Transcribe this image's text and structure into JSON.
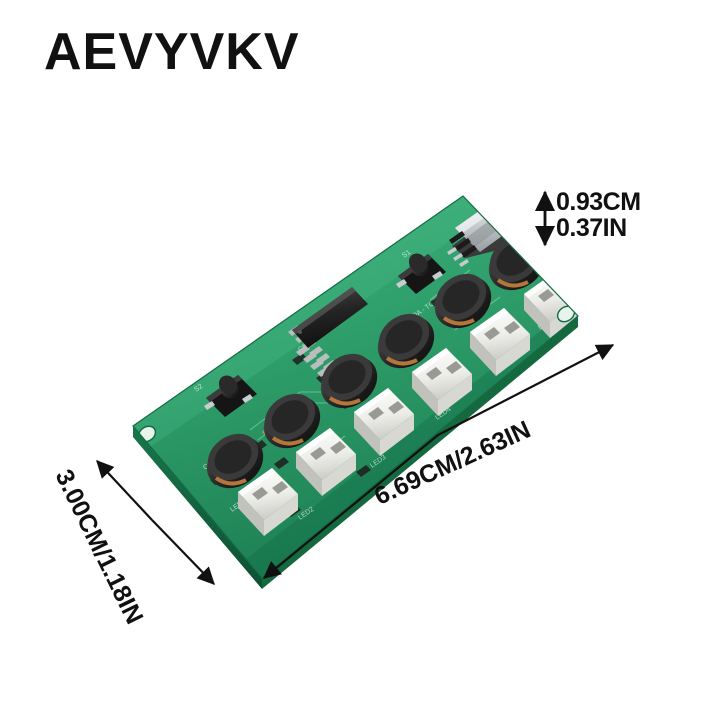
{
  "brand": {
    "name": "AEVYVKV"
  },
  "background": {
    "color": "#ffffff"
  },
  "product": {
    "name": "6-channel buck converter PCB module",
    "pcb_color": "#2a9d68",
    "pcb_edge_color": "#14built",
    "components": {
      "usb_c_port": "USB-C connector",
      "buttons": 2,
      "inductors": 6,
      "jst_connectors": 6,
      "ic_chip": "SOIC integrated circuit",
      "mounting_holes": 2
    }
  },
  "dimensions": {
    "height": {
      "cm": "0.93CM",
      "in": "0.37IN",
      "arrow": "double-headed-vertical"
    },
    "length": {
      "label": "6.69CM/2.63IN",
      "arrow": "double-headed-diagonal"
    },
    "width": {
      "label": "3.00CM/1.18IN",
      "arrow": "double-headed-diagonal"
    }
  },
  "colors": {
    "text": "#111111",
    "pcb_green": "#2a9d68",
    "connector_white": "#f2f2ee",
    "inductor_black": "#2b2b2b",
    "usb_silver": "#cfd2d4"
  }
}
